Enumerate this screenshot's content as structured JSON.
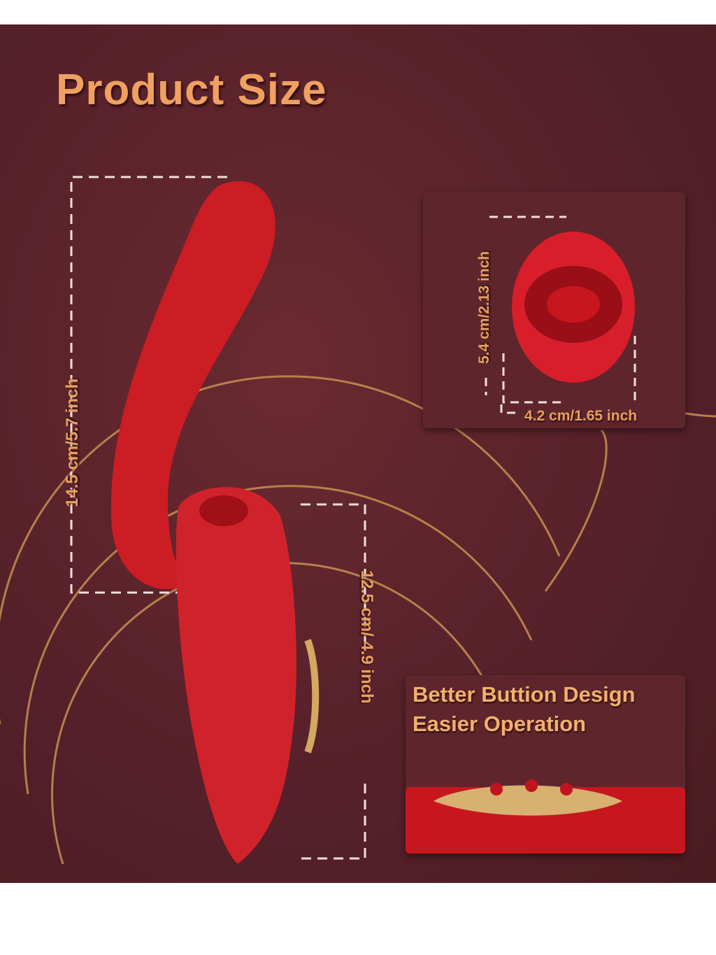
{
  "title": "Product Size",
  "dimensions": {
    "shaft_length": "14.5 cm/5.7 inch",
    "body_length": "12.5 cm/ 4.9 inch",
    "head_height": "5.4 cm/2.13 inch",
    "head_width": "4.2 cm/1.65 inch"
  },
  "button_panel": {
    "line1": "Better Buttion Design",
    "line2": "Easier Operation"
  },
  "colors": {
    "background": "#55202a",
    "accent": "#e8a060",
    "product": "#d8202a"
  }
}
